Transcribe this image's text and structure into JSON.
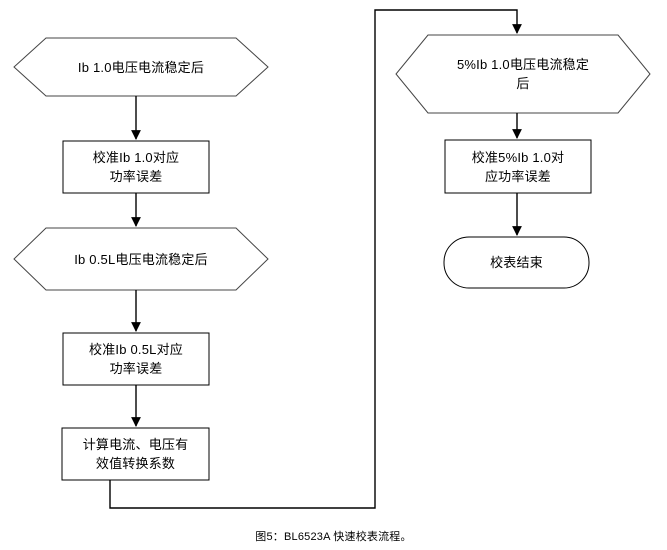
{
  "figure": {
    "caption": "图5：BL6523A 快速校表流程。"
  },
  "diagram": {
    "type": "flowchart",
    "orientation": "two-column, left column flows top-to-bottom then connects up to right column",
    "stroke_color": "#000000",
    "fill_color": "#ffffff",
    "nodes": [
      {
        "id": "n1",
        "shape": "hexagon",
        "label": "Ib 1.0电压电流稳定后",
        "column": "left",
        "order": 1
      },
      {
        "id": "n2",
        "shape": "rectangle",
        "label": "校准Ib 1.0对应\n功率误差",
        "column": "left",
        "order": 2
      },
      {
        "id": "n3",
        "shape": "hexagon",
        "label": "Ib 0.5L电压电流稳定后",
        "column": "left",
        "order": 3
      },
      {
        "id": "n4",
        "shape": "rectangle",
        "label": "校准Ib 0.5L对应\n功率误差",
        "column": "left",
        "order": 4
      },
      {
        "id": "n5",
        "shape": "rectangle",
        "label": "计算电流、电压有\n效值转换系数",
        "column": "left",
        "order": 5
      },
      {
        "id": "n6",
        "shape": "hexagon",
        "label": "5%Ib 1.0电压电流稳定\n后",
        "column": "right",
        "order": 6
      },
      {
        "id": "n7",
        "shape": "rectangle",
        "label": "校准5%Ib 1.0对\n应功率误差",
        "column": "right",
        "order": 7
      },
      {
        "id": "n8",
        "shape": "stadium",
        "label": "校表结束",
        "column": "right",
        "order": 8
      }
    ],
    "edges": [
      {
        "from": "n1",
        "to": "n2",
        "style": "straight-arrow-down"
      },
      {
        "from": "n2",
        "to": "n3",
        "style": "straight-arrow-down"
      },
      {
        "from": "n3",
        "to": "n4",
        "style": "straight-arrow-down"
      },
      {
        "from": "n4",
        "to": "n5",
        "style": "straight-arrow-down"
      },
      {
        "from": "n5",
        "to": "n6",
        "style": "routed-down-right-up-right-arrow-down"
      },
      {
        "from": "n6",
        "to": "n7",
        "style": "straight-arrow-down"
      },
      {
        "from": "n7",
        "to": "n8",
        "style": "straight-arrow-down"
      }
    ]
  }
}
